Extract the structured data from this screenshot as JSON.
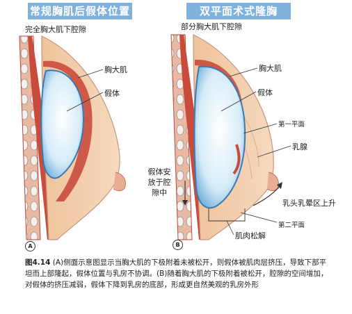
{
  "panel_a": {
    "title": "常规胸肌后假体位置",
    "subtitle": "完全胸大肌下腔隙",
    "label_muscle": "胸大肌",
    "label_implant": "假体",
    "marker": "A"
  },
  "panel_b": {
    "title": "双平面术式隆胸",
    "subtitle": "部分胸大肌下腔隙",
    "label_muscle": "胸大肌",
    "label_implant": "假体",
    "label_plane1": "第一平面",
    "label_gland": "乳腺",
    "label_nipple_rise": "乳头乳晕区上升",
    "label_plane2": "第二平面",
    "label_release": "肌肉松解",
    "label_shift": "假体安放于腔隙中",
    "marker": "B"
  },
  "caption": {
    "fig_label": "图4.14",
    "text": "(A)侧面示意图显示当胸大肌的下极附着未被松开，则假体被肌肉层挤压，导致下部平坦而上部隆起，假体位置与乳房不协调。(B)随着胸大肌的下极附着被松开，腔隙的空间增加，对假体的挤压减弱，假体下降到乳房的底部，形成更自然美观的乳房外形"
  },
  "colors": {
    "title_bg": "#7fb2dc",
    "breast_fill": "#f2c9a6",
    "muscle": "#c94b3c",
    "implant": "#cde6f5"
  }
}
